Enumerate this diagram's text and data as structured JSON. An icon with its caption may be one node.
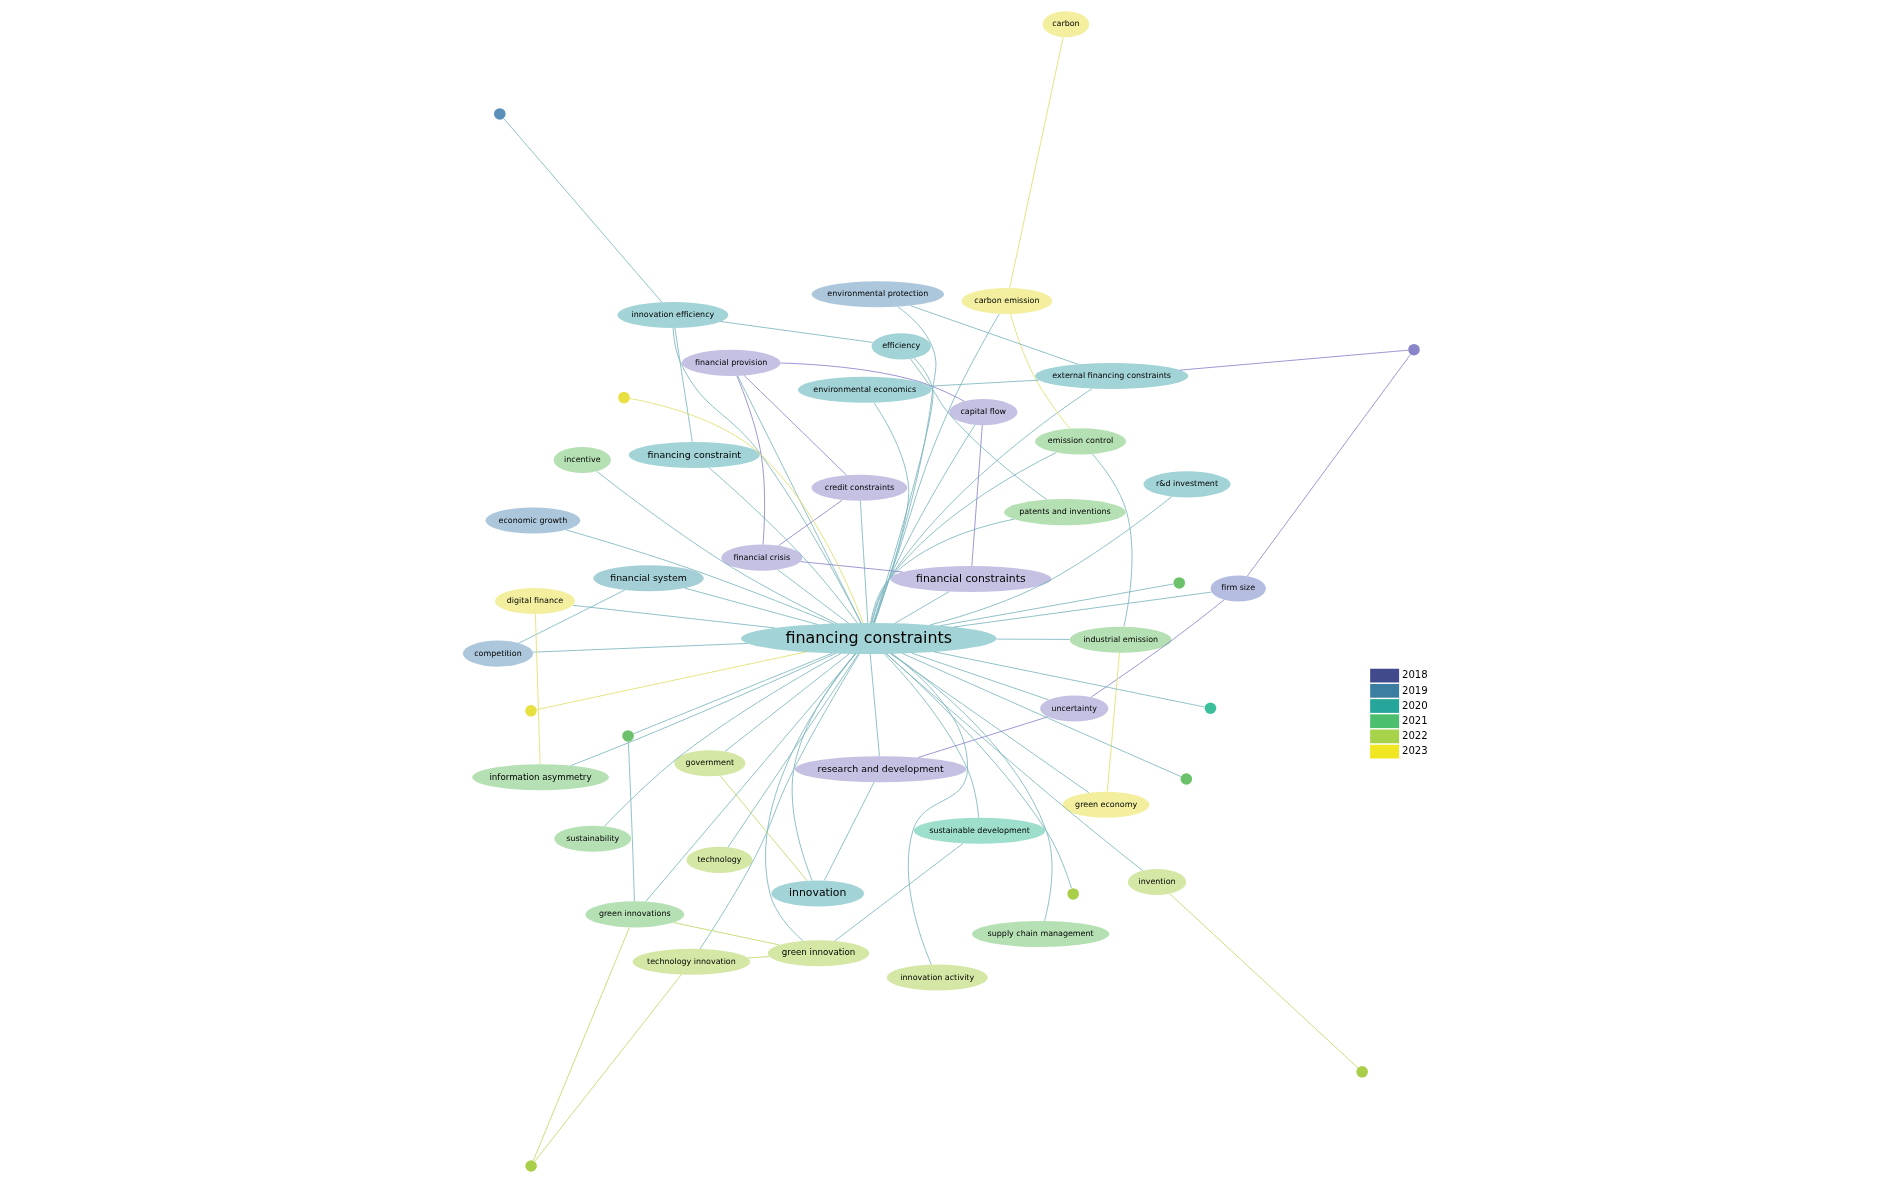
{
  "diagram": {
    "nodes": [
      {
        "text": [
          "financing constraints"
        ]
      },
      {
        "text": [
          "financial constraints"
        ]
      },
      {
        "text": [
          "innovation"
        ]
      },
      {
        "text": [
          "research and development"
        ]
      },
      {
        "text": [
          "financing constraint"
        ]
      },
      {
        "text": [
          "financial system"
        ]
      },
      {
        "text": [
          "information asymmetry"
        ]
      },
      {
        "text": [
          "green innovation"
        ]
      },
      {
        "text": [
          "green innovations"
        ]
      },
      {
        "text": [
          "technology innovation"
        ]
      },
      {
        "text": [
          "innovation activity"
        ]
      },
      {
        "text": [
          "competition"
        ]
      },
      {
        "text": [
          "innovation efficiency"
        ]
      },
      {
        "text": [
          "patents and inventions"
        ]
      },
      {
        "text": [
          "efficiency"
        ]
      },
      {
        "text": [
          "firm size"
        ]
      },
      {
        "text": [
          "uncertainty"
        ]
      },
      {
        "text": [
          "incentive"
        ]
      },
      {
        "text": [
          "digital finance"
        ]
      },
      {
        "text": [
          "economic growth"
        ]
      },
      {
        "text": [
          "sustainable development"
        ]
      },
      {
        "text": [
          "financial crisis"
        ]
      },
      {
        "text": [
          "credit constraints"
        ]
      },
      {
        "text": [
          "capital flow"
        ]
      },
      {
        "text": [
          "financial provision"
        ]
      },
      {
        "text": [
          "supply chain management"
        ]
      },
      {
        "text": [
          "r&d investment"
        ]
      },
      {
        "text": [
          "government"
        ]
      },
      {
        "text": [
          "technology"
        ]
      },
      {
        "text": [
          "green economy"
        ]
      },
      {
        "text": [
          "industrial emission"
        ]
      },
      {
        "text": [
          "emission control"
        ]
      },
      {
        "text": [
          "sustainability"
        ]
      },
      {
        "text": [
          "carbon emission"
        ]
      },
      {
        "text": [
          "carbon"
        ]
      },
      {
        "text": [
          "invention"
        ]
      },
      {
        "text": [
          "environmental protection"
        ]
      },
      {
        "text": [
          "external financing constraints"
        ]
      },
      {
        "text": [
          "environmental economics"
        ]
      },
      {
        "text": [],
        "shape": "circle"
      },
      {
        "text": [],
        "shape": "circle"
      },
      {
        "text": [],
        "shape": "circle"
      },
      {
        "text": [],
        "shape": "circle"
      },
      {
        "text": [],
        "shape": "circle"
      },
      {
        "text": [],
        "shape": "circle"
      },
      {
        "text": [],
        "shape": "circle"
      },
      {
        "text": [],
        "shape": "circle"
      },
      {
        "text": [],
        "shape": "circle"
      },
      {
        "text": [],
        "shape": "circle"
      },
      {
        "text": [],
        "shape": "circle"
      }
    ],
    "edges": [
      {
        "from": 0,
        "to": 1,
        "arrow": "none"
      },
      {
        "from": 0,
        "to": 2,
        "arrow": "none"
      },
      {
        "from": 0,
        "to": 3,
        "arrow": "none"
      },
      {
        "from": 0,
        "to": 4,
        "arrow": "none"
      },
      {
        "from": 0,
        "to": 5,
        "arrow": "none"
      },
      {
        "from": 0,
        "to": 6,
        "arrow": "none"
      },
      {
        "from": 0,
        "to": 7,
        "arrow": "none"
      },
      {
        "from": 0,
        "to": 8,
        "arrow": "none"
      },
      {
        "from": 0,
        "to": 9,
        "arrow": "none"
      },
      {
        "from": 0,
        "to": 10,
        "arrow": "none"
      },
      {
        "from": 0,
        "to": 11,
        "arrow": "none"
      },
      {
        "from": 0,
        "to": 12,
        "arrow": "none"
      },
      {
        "from": 0,
        "to": 13,
        "arrow": "none"
      },
      {
        "from": 0,
        "to": 14,
        "arrow": "none"
      },
      {
        "from": 0,
        "to": 15,
        "arrow": "none"
      },
      {
        "from": 0,
        "to": 16,
        "arrow": "none"
      },
      {
        "from": 0,
        "to": 17,
        "arrow": "none"
      },
      {
        "from": 0,
        "to": 18,
        "arrow": "none"
      },
      {
        "from": 0,
        "to": 19,
        "arrow": "none"
      },
      {
        "from": 0,
        "to": 20,
        "arrow": "none"
      },
      {
        "from": 0,
        "to": 21,
        "arrow": "none"
      },
      {
        "from": 0,
        "to": 22,
        "arrow": "none"
      },
      {
        "from": 0,
        "to": 23,
        "arrow": "none"
      },
      {
        "from": 0,
        "to": 24,
        "arrow": "none"
      },
      {
        "from": 0,
        "to": 25,
        "arrow": "none"
      },
      {
        "from": 0,
        "to": 26,
        "arrow": "none"
      },
      {
        "from": 0,
        "to": 27,
        "arrow": "none"
      },
      {
        "from": 0,
        "to": 28,
        "arrow": "none"
      },
      {
        "from": 0,
        "to": 29,
        "arrow": "none"
      },
      {
        "from": 0,
        "to": 30,
        "arrow": "none"
      },
      {
        "from": 0,
        "to": 31,
        "arrow": "none"
      },
      {
        "from": 0,
        "to": 32,
        "arrow": "none"
      },
      {
        "from": 0,
        "to": 33,
        "arrow": "none"
      },
      {
        "from": 0,
        "to": 35,
        "arrow": "none"
      },
      {
        "from": 0,
        "to": 36,
        "arrow": "none"
      },
      {
        "from": 0,
        "to": 37,
        "arrow": "none"
      },
      {
        "from": 0,
        "to": 38,
        "arrow": "none"
      },
      {
        "from": 1,
        "to": 21,
        "arrow": "none",
        "color": "#8c88cc"
      },
      {
        "from": 1,
        "to": 23,
        "arrow": "none",
        "color": "#8c88cc"
      },
      {
        "from": 21,
        "to": 22,
        "arrow": "none",
        "color": "#8c88cc"
      },
      {
        "from": 21,
        "to": 24,
        "arrow": "none",
        "color": "#8c88cc"
      },
      {
        "from": 23,
        "to": 24,
        "arrow": "none",
        "color": "#8c88cc"
      },
      {
        "from": 22,
        "to": 24,
        "arrow": "none",
        "color": "#8c88cc"
      },
      {
        "from": 7,
        "to": 8,
        "arrow": "none",
        "color": "#c2d96a"
      },
      {
        "from": 7,
        "to": 9,
        "arrow": "none",
        "color": "#c2d96a"
      },
      {
        "from": 2,
        "to": 3,
        "arrow": "none"
      },
      {
        "from": 2,
        "to": 27,
        "arrow": "none",
        "color": "#c2d96a"
      },
      {
        "from": 3,
        "to": 16,
        "arrow": "none",
        "color": "#8c88cc"
      },
      {
        "from": 15,
        "to": 16,
        "arrow": "none",
        "color": "#8c88cc"
      },
      {
        "from": 12,
        "to": 14,
        "arrow": "none"
      },
      {
        "from": 13,
        "to": 14,
        "arrow": "none"
      },
      {
        "from": 31,
        "to": 33,
        "arrow": "none",
        "color": "#e0e070"
      },
      {
        "from": 33,
        "to": 34,
        "arrow": "none",
        "color": "#e0e070"
      },
      {
        "from": 30,
        "to": 31,
        "arrow": "none"
      },
      {
        "from": 29,
        "to": 30,
        "arrow": "none",
        "color": "#e0e070"
      },
      {
        "from": 36,
        "to": 37,
        "arrow": "none"
      },
      {
        "from": 37,
        "to": 38,
        "arrow": "none"
      },
      {
        "from": 4,
        "to": 12,
        "arrow": "none"
      },
      {
        "from": 5,
        "to": 11,
        "arrow": "none"
      },
      {
        "from": 6,
        "to": 18,
        "arrow": "none",
        "color": "#e0e070"
      },
      {
        "from": 20,
        "to": 7,
        "arrow": "none"
      },
      {
        "from": 39,
        "to": 9,
        "arrow": "none",
        "color": "#c2d96a"
      },
      {
        "from": 39,
        "to": 8,
        "arrow": "none",
        "color": "#c2d96a"
      },
      {
        "from": 40,
        "to": 8,
        "arrow": "none"
      },
      {
        "from": 40,
        "to": 0,
        "arrow": "none"
      },
      {
        "from": 41,
        "to": 0,
        "arrow": "none",
        "color": "#e0e070"
      },
      {
        "from": 42,
        "to": 12,
        "arrow": "none"
      },
      {
        "from": 43,
        "to": 0,
        "arrow": "none"
      },
      {
        "from": 44,
        "to": 0,
        "arrow": "none"
      },
      {
        "from": 45,
        "to": 0,
        "arrow": "none",
        "color": "#e0e070"
      },
      {
        "from": 46,
        "to": 0,
        "arrow": "none"
      },
      {
        "from": 47,
        "to": 0,
        "arrow": "none"
      },
      {
        "from": 48,
        "to": 37,
        "arrow": "none",
        "color": "#8c88cc"
      },
      {
        "from": 48,
        "to": 15,
        "arrow": "none",
        "color": "#8c88cc"
      },
      {
        "from": 49,
        "to": 35,
        "arrow": "none",
        "color": "#c2d96a"
      }
    ],
    "legend": [
      {
        "text": "2018",
        "color": "#404a8c"
      },
      {
        "text": "2019",
        "color": "#3b7ea1"
      },
      {
        "text": "2020",
        "color": "#26a69a"
      },
      {
        "text": "2021",
        "color": "#4cbf6e"
      },
      {
        "text": "2022",
        "color": "#a6d34a"
      },
      {
        "text": "2023",
        "color": "#f0e621"
      }
    ]
  }
}
